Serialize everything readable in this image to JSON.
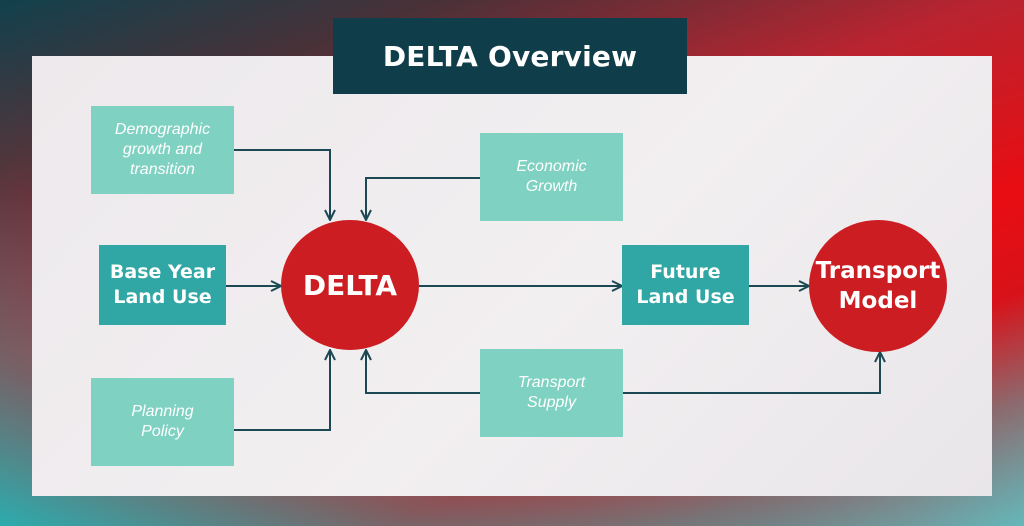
{
  "title": "DELTA Overview",
  "nodes": {
    "demographic": "Demographic\ngrowth and\ntransition",
    "economic": "Economic\nGrowth",
    "base_year": "Base Year\nLand Use",
    "delta": "DELTA",
    "future_land_use": "Future\nLand Use",
    "transport_model": "Transport\nModel",
    "planning_policy": "Planning\nPolicy",
    "transport_supply": "Transport\nSupply"
  },
  "colors": {
    "title_bg": "#0f3e4a",
    "input_box": "#7fd1c2",
    "process_box": "#31a7a5",
    "circle": "#cb1d22",
    "connector": "#1c4854"
  }
}
